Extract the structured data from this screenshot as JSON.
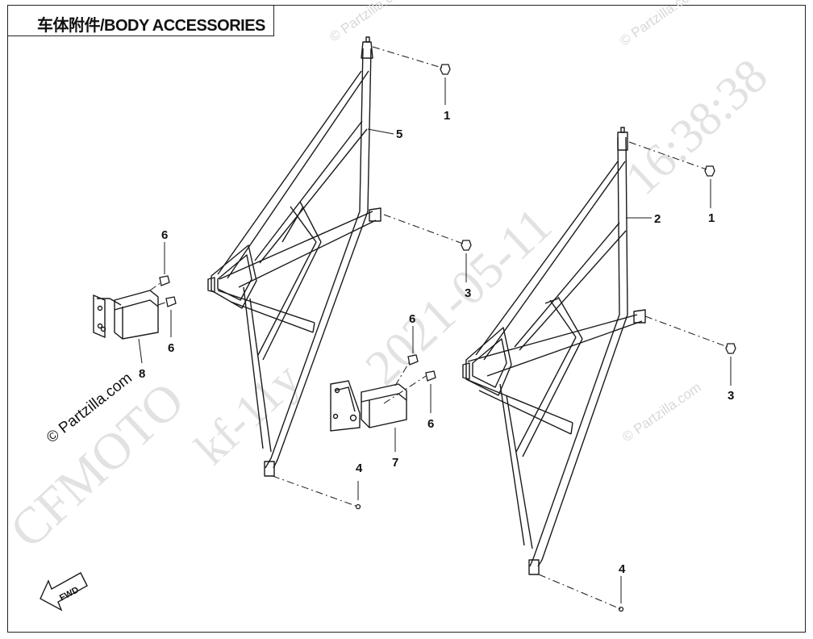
{
  "title": "车体附件/BODY ACCESSORIES",
  "callouts": [
    "1",
    "1",
    "2",
    "3",
    "3",
    "4",
    "4",
    "5",
    "6",
    "6",
    "6",
    "6",
    "7",
    "8"
  ],
  "fwd_label": "FWD",
  "watermarks": {
    "brand": "CFMOTO",
    "code": "kf-11y",
    "date": "2021-05-11",
    "time": "16:38:38"
  },
  "copyright": "© Partzilla.com",
  "colors": {
    "line": "#1a1a1a",
    "watermark": "#e0e0e0",
    "background": "#ffffff"
  }
}
